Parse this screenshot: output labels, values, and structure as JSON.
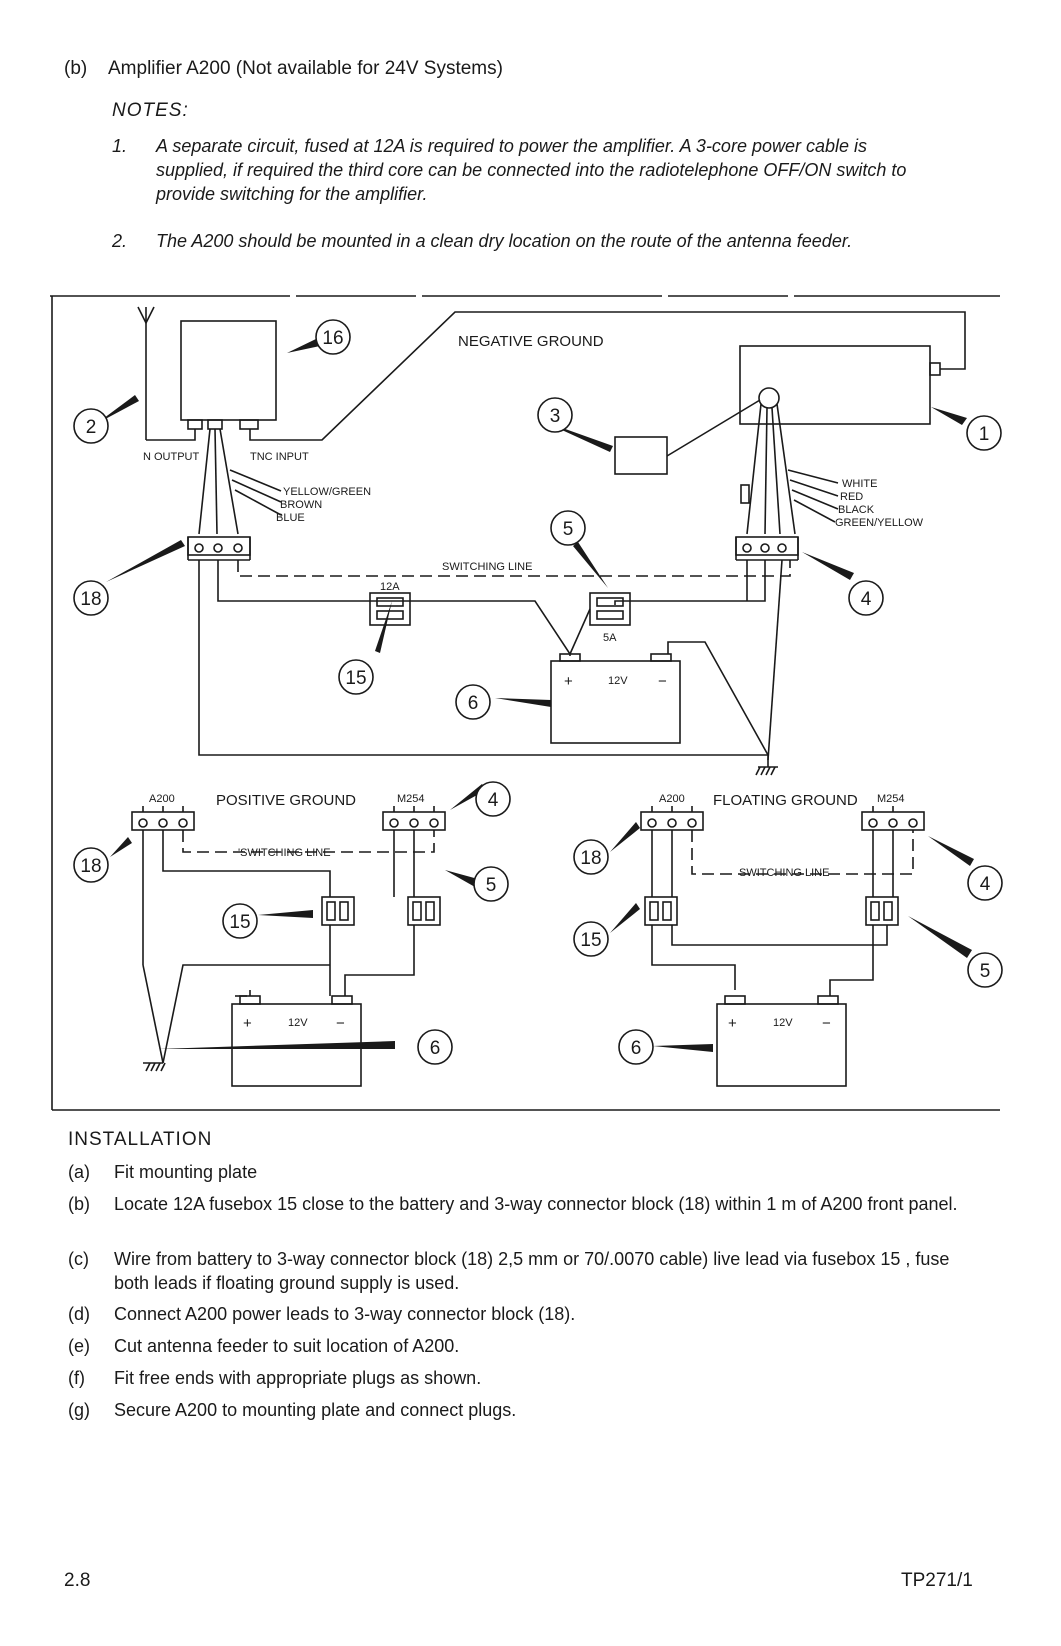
{
  "header": {
    "label": "(b)",
    "title": "Amplifier A200 (Not available for 24V Systems)"
  },
  "notes": {
    "title": "NOTES:",
    "items": [
      {
        "num": "1.",
        "text": "A separate circuit, fused at 12A is required to power the amplifier. A 3-core power cable is supplied, if required the third core can be connected into the radiotelephone OFF/ON switch to provide switching for the amplifier."
      },
      {
        "num": "2.",
        "text": "The A200 should be mounted in a clean dry location on the route of the antenna feeder."
      }
    ]
  },
  "diagram": {
    "negative_ground": "NEGATIVE GROUND",
    "positive_ground": "POSITIVE GROUND",
    "floating_ground": "FLOATING GROUND",
    "n_output": "N OUTPUT",
    "tnc_input": "TNC INPUT",
    "yellow_green": "YELLOW/GREEN",
    "brown": "BROWN",
    "blue": "BLUE",
    "white": "WHITE",
    "red": "RED",
    "black": "BLACK",
    "green_yellow": "GREEN/YELLOW",
    "switching_line": "SWITCHING LINE",
    "switching_line_pos": "'SWITCHING LINE",
    "fuse_12a": "12A",
    "fuse_5a": "5A",
    "battery_plus": "+",
    "battery_minus": "−",
    "battery_voltage": "12V",
    "a200": "A200",
    "m254": "M254",
    "callouts": [
      "16",
      "2",
      "3",
      "1",
      "5",
      "18",
      "4",
      "15",
      "6",
      "4",
      "18",
      "5",
      "15",
      "6",
      "18",
      "15",
      "4",
      "5",
      "6"
    ]
  },
  "installation": {
    "title": "INSTALLATION",
    "steps": [
      {
        "label": "(a)",
        "text": "Fit mounting plate"
      },
      {
        "label": "(b)",
        "text": "Locate 12A fusebox  15  close to the battery and 3-way connector block (18) within 1 m of A200 front panel."
      },
      {
        "label": "(c)",
        "text": "Wire from battery to 3-way connector block (18) 2,5 mm or 70/.0070 cable) live lead via fusebox  15  , fuse both leads if floating ground supply is used."
      },
      {
        "label": "(d)",
        "text": "Connect A200 power leads to 3-way connector block (18)."
      },
      {
        "label": "(e)",
        "text": "Cut antenna feeder to suit location of A200."
      },
      {
        "label": "(f)",
        "text": "Fit free ends with appropriate plugs as shown."
      },
      {
        "label": "(g)",
        "text": "Secure A200 to mounting plate and connect plugs."
      }
    ]
  },
  "footer": {
    "page": "2.8",
    "doc": "TP271/1"
  }
}
